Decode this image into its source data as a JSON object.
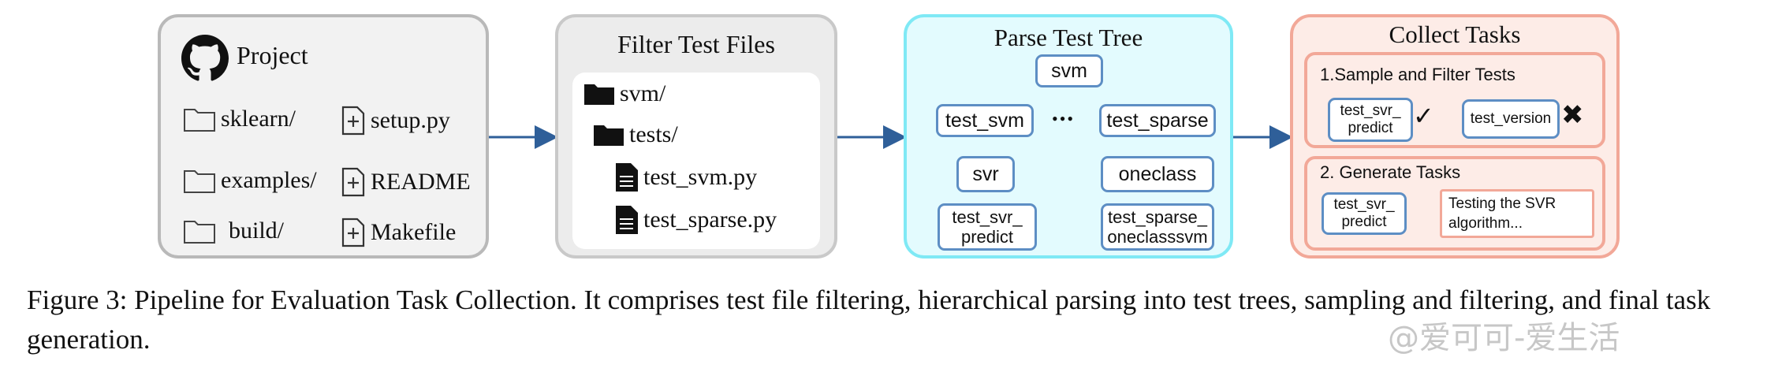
{
  "project": {
    "title": "Project",
    "items": [
      "sklearn/",
      "setup.py",
      "examples/",
      "README",
      "build/",
      "Makefile"
    ]
  },
  "filter": {
    "title": "Filter Test Files",
    "items": [
      "svm/",
      "tests/",
      "test_svm.py",
      "test_sparse.py"
    ]
  },
  "parse": {
    "title": "Parse Test Tree",
    "root": "svm",
    "left": "test_svm",
    "ellipsis": "•••",
    "right": "test_sparse",
    "left_child": "svr",
    "right_child": "oneclass",
    "left_leaf": "test_svr_\npredict",
    "right_leaf": "test_sparse_\noneclasssvm"
  },
  "collect": {
    "title": "Collect Tasks",
    "step1": "1.Sample and Filter Tests",
    "kept": "test_svr_\npredict",
    "dropped": "test_version",
    "step2": "2. Generate Tasks",
    "source": "test_svr_\npredict",
    "task": "Testing the SVR\nalgorithm..."
  },
  "caption": "Figure 3: Pipeline for Evaluation Task Collection. It comprises test file filtering, hierarchical parsing into test trees, sampling and filtering, and final task generation.",
  "watermark": "@爱可可-爱生活",
  "colors": {
    "arrow": "#2f5f99",
    "node_border": "#5d8ec4",
    "cyan": "#7fe9f5",
    "salmon": "#f2a898"
  }
}
